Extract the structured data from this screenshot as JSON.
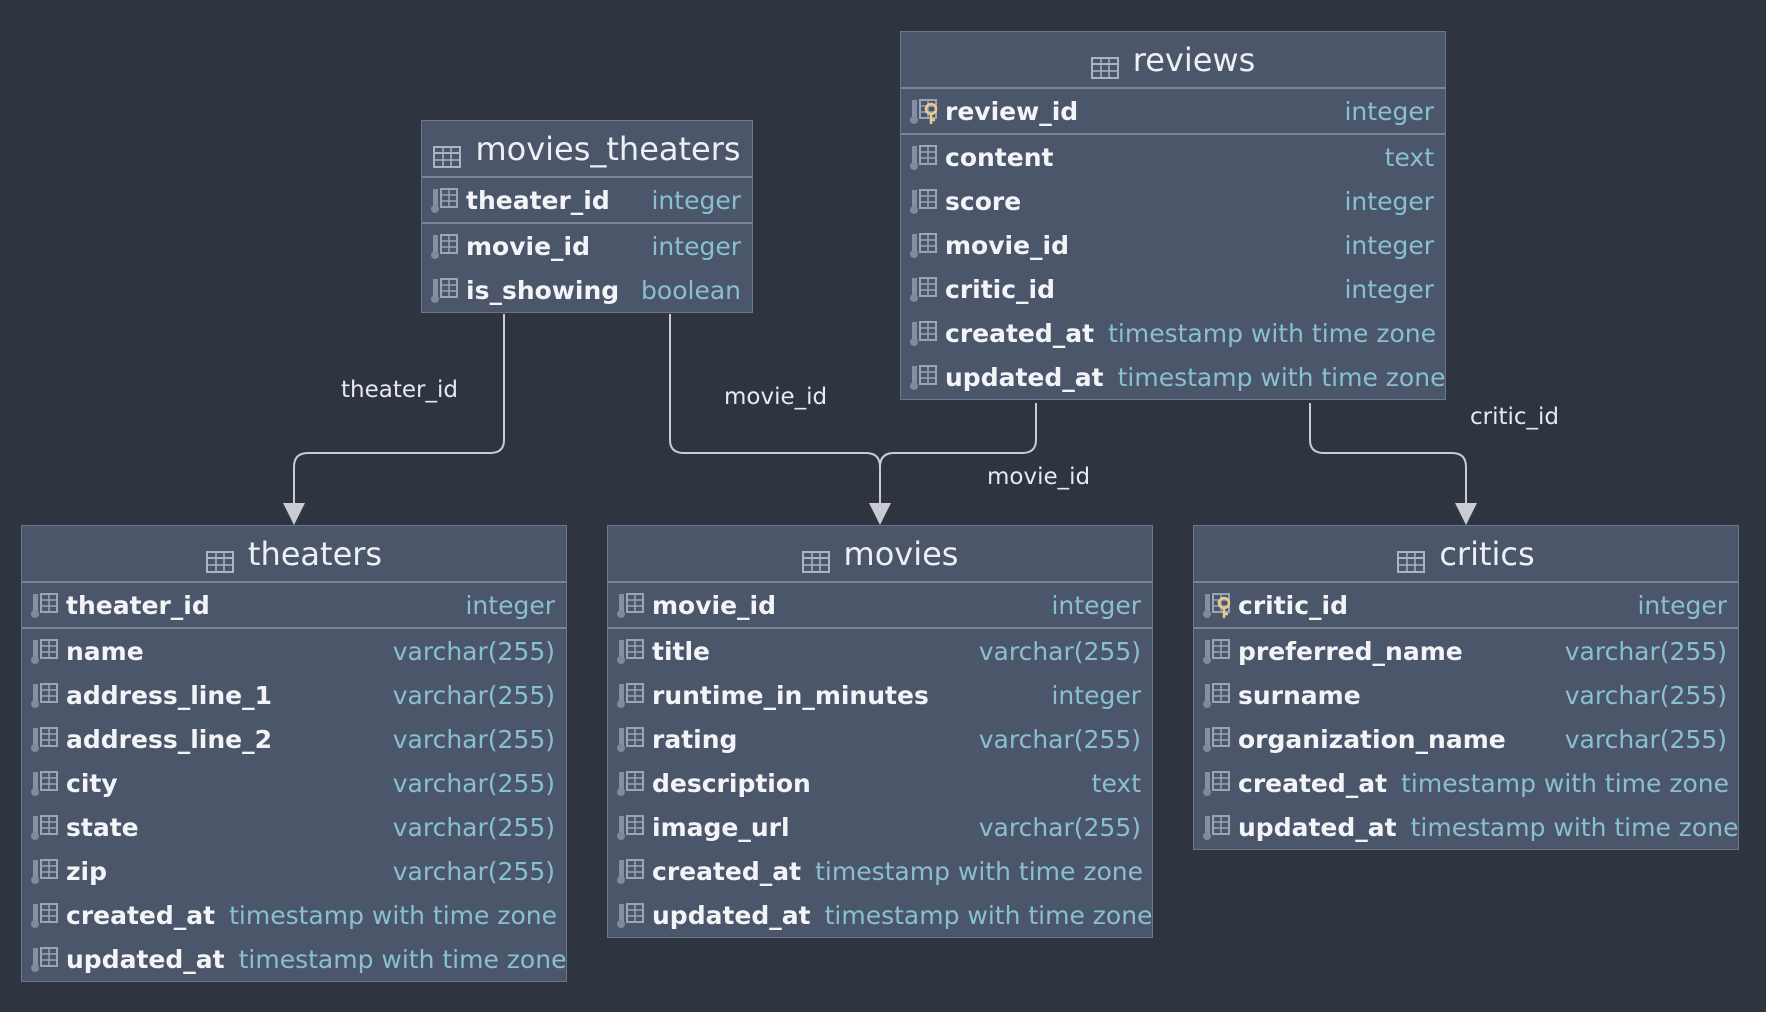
{
  "colors": {
    "background": "#2e3440",
    "table_fill": "#4c566a",
    "column_name": "#f2f4f8",
    "column_type": "#88c0d0",
    "connector": "#c9ccd3",
    "key_icon": "#ebcb8b"
  },
  "tables": {
    "movies_theaters": {
      "name": "movies_theaters",
      "columns": [
        {
          "name": "theater_id",
          "type": "integer",
          "icon": "column-icon"
        },
        {
          "name": "movie_id",
          "type": "integer",
          "icon": "column-icon"
        },
        {
          "name": "is_showing",
          "type": "boolean",
          "icon": "column-icon"
        }
      ]
    },
    "reviews": {
      "name": "reviews",
      "columns": [
        {
          "name": "review_id",
          "type": "integer",
          "icon": "primary-key-icon"
        },
        {
          "name": "content",
          "type": "text",
          "icon": "column-icon"
        },
        {
          "name": "score",
          "type": "integer",
          "icon": "column-icon"
        },
        {
          "name": "movie_id",
          "type": "integer",
          "icon": "column-icon"
        },
        {
          "name": "critic_id",
          "type": "integer",
          "icon": "column-icon"
        },
        {
          "name": "created_at",
          "type": "timestamp with time zone",
          "icon": "column-icon"
        },
        {
          "name": "updated_at",
          "type": "timestamp with time zone",
          "icon": "column-icon"
        }
      ]
    },
    "theaters": {
      "name": "theaters",
      "columns": [
        {
          "name": "theater_id",
          "type": "integer",
          "icon": "column-icon"
        },
        {
          "name": "name",
          "type": "varchar(255)",
          "icon": "column-icon"
        },
        {
          "name": "address_line_1",
          "type": "varchar(255)",
          "icon": "column-icon"
        },
        {
          "name": "address_line_2",
          "type": "varchar(255)",
          "icon": "column-icon"
        },
        {
          "name": "city",
          "type": "varchar(255)",
          "icon": "column-icon"
        },
        {
          "name": "state",
          "type": "varchar(255)",
          "icon": "column-icon"
        },
        {
          "name": "zip",
          "type": "varchar(255)",
          "icon": "column-icon"
        },
        {
          "name": "created_at",
          "type": "timestamp with time zone",
          "icon": "column-icon"
        },
        {
          "name": "updated_at",
          "type": "timestamp with time zone",
          "icon": "column-icon"
        }
      ]
    },
    "movies": {
      "name": "movies",
      "columns": [
        {
          "name": "movie_id",
          "type": "integer",
          "icon": "column-icon"
        },
        {
          "name": "title",
          "type": "varchar(255)",
          "icon": "column-icon"
        },
        {
          "name": "runtime_in_minutes",
          "type": "integer",
          "icon": "column-icon"
        },
        {
          "name": "rating",
          "type": "varchar(255)",
          "icon": "column-icon"
        },
        {
          "name": "description",
          "type": "text",
          "icon": "column-icon"
        },
        {
          "name": "image_url",
          "type": "varchar(255)",
          "icon": "column-icon"
        },
        {
          "name": "created_at",
          "type": "timestamp with time zone",
          "icon": "column-icon"
        },
        {
          "name": "updated_at",
          "type": "timestamp with time zone",
          "icon": "column-icon"
        }
      ]
    },
    "critics": {
      "name": "critics",
      "columns": [
        {
          "name": "critic_id",
          "type": "integer",
          "icon": "primary-key-icon"
        },
        {
          "name": "preferred_name",
          "type": "varchar(255)",
          "icon": "column-icon"
        },
        {
          "name": "surname",
          "type": "varchar(255)",
          "icon": "column-icon"
        },
        {
          "name": "organization_name",
          "type": "varchar(255)",
          "icon": "column-icon"
        },
        {
          "name": "created_at",
          "type": "timestamp with time zone",
          "icon": "column-icon"
        },
        {
          "name": "updated_at",
          "type": "timestamp with time zone",
          "icon": "column-icon"
        }
      ]
    }
  },
  "relationships": [
    {
      "from": "movies_theaters",
      "to": "theaters",
      "label": "theater_id"
    },
    {
      "from": "movies_theaters",
      "to": "movies",
      "label": "movie_id"
    },
    {
      "from": "reviews",
      "to": "movies",
      "label": "movie_id"
    },
    {
      "from": "reviews",
      "to": "critics",
      "label": "critic_id"
    }
  ]
}
